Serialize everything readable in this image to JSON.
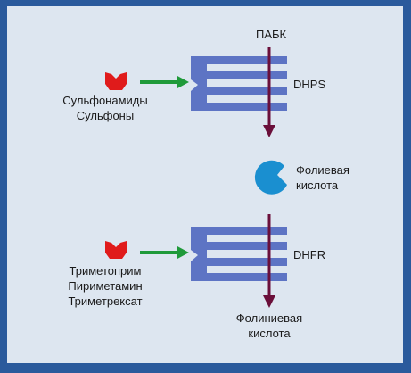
{
  "top_pathway": {
    "substrate_label": "ПАБК",
    "enzyme_label": "DHPS",
    "inhibitors": [
      "Сульфонамиды",
      "Сульфоны"
    ]
  },
  "intermediate": {
    "label_line1": "Фолиевая",
    "label_line2": "кислота"
  },
  "bottom_pathway": {
    "enzyme_label": "DHFR",
    "inhibitors": [
      "Триметоприм",
      "Пириметамин",
      "Триметрексат"
    ],
    "product_line1": "Фолиниевая",
    "product_line2": "кислота"
  },
  "colors": {
    "enzyme": "#5d74c4",
    "inhibitor": "#e01b1b",
    "arrow_green": "#1f9a3a",
    "pathway_arrow": "#6a0f3a",
    "folate": "#1a8fd0"
  }
}
